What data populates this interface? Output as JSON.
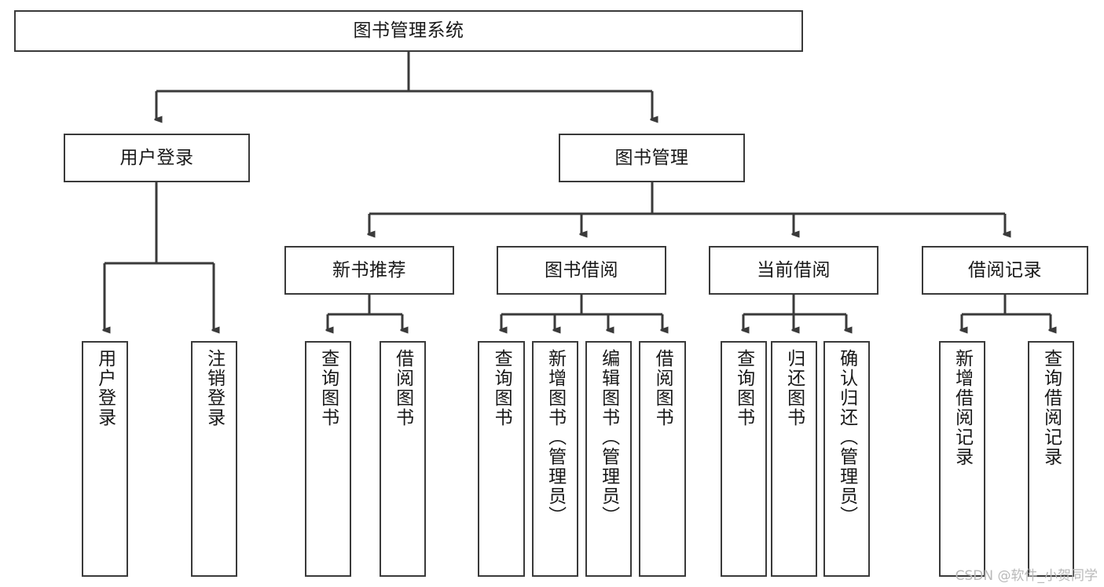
{
  "diagram": {
    "title": "图书管理系统",
    "type": "tree-hierarchy-diagram",
    "root": {
      "id": "root",
      "label": "图书管理系统"
    },
    "level2": [
      {
        "id": "user-login",
        "label": "用户登录"
      },
      {
        "id": "book-manage",
        "label": "图书管理"
      }
    ],
    "level3": [
      {
        "id": "new-book-recommend",
        "label": "新书推荐",
        "parent": "book-manage"
      },
      {
        "id": "book-borrow",
        "label": "图书借阅",
        "parent": "book-manage"
      },
      {
        "id": "current-borrow",
        "label": "当前借阅",
        "parent": "book-manage"
      },
      {
        "id": "borrow-record",
        "label": "借阅记录",
        "parent": "book-manage"
      }
    ],
    "leaves": [
      {
        "id": "leaf-user-login",
        "label": "用户登录",
        "parent": "user-login"
      },
      {
        "id": "leaf-logout-login",
        "label": "注销登录",
        "parent": "user-login"
      },
      {
        "id": "leaf-query-book-1",
        "label": "查询图书",
        "parent": "new-book-recommend"
      },
      {
        "id": "leaf-borrow-book-1",
        "label": "借阅图书",
        "parent": "new-book-recommend"
      },
      {
        "id": "leaf-query-book-2",
        "label": "查询图书",
        "parent": "book-borrow"
      },
      {
        "id": "leaf-add-book",
        "label": "新增图书（管理员）",
        "parent": "book-borrow"
      },
      {
        "id": "leaf-edit-book",
        "label": "编辑图书（管理员）",
        "parent": "book-borrow"
      },
      {
        "id": "leaf-borrow-book-2",
        "label": "借阅图书",
        "parent": "book-borrow"
      },
      {
        "id": "leaf-query-book-3",
        "label": "查询图书",
        "parent": "current-borrow"
      },
      {
        "id": "leaf-return-book",
        "label": "归还图书",
        "parent": "current-borrow"
      },
      {
        "id": "leaf-confirm-return",
        "label": "确认归还（管理员）",
        "parent": "current-borrow"
      },
      {
        "id": "leaf-add-record",
        "label": "新增借阅记录",
        "parent": "borrow-record"
      },
      {
        "id": "leaf-query-record",
        "label": "查询借阅记录",
        "parent": "borrow-record"
      }
    ]
  },
  "watermark": {
    "text": "CSDN @软件_小贺同学"
  },
  "colors": {
    "stroke": "#3a3a3a",
    "background": "#ffffff",
    "text": "#181818",
    "watermark": "#b9b9b9"
  }
}
